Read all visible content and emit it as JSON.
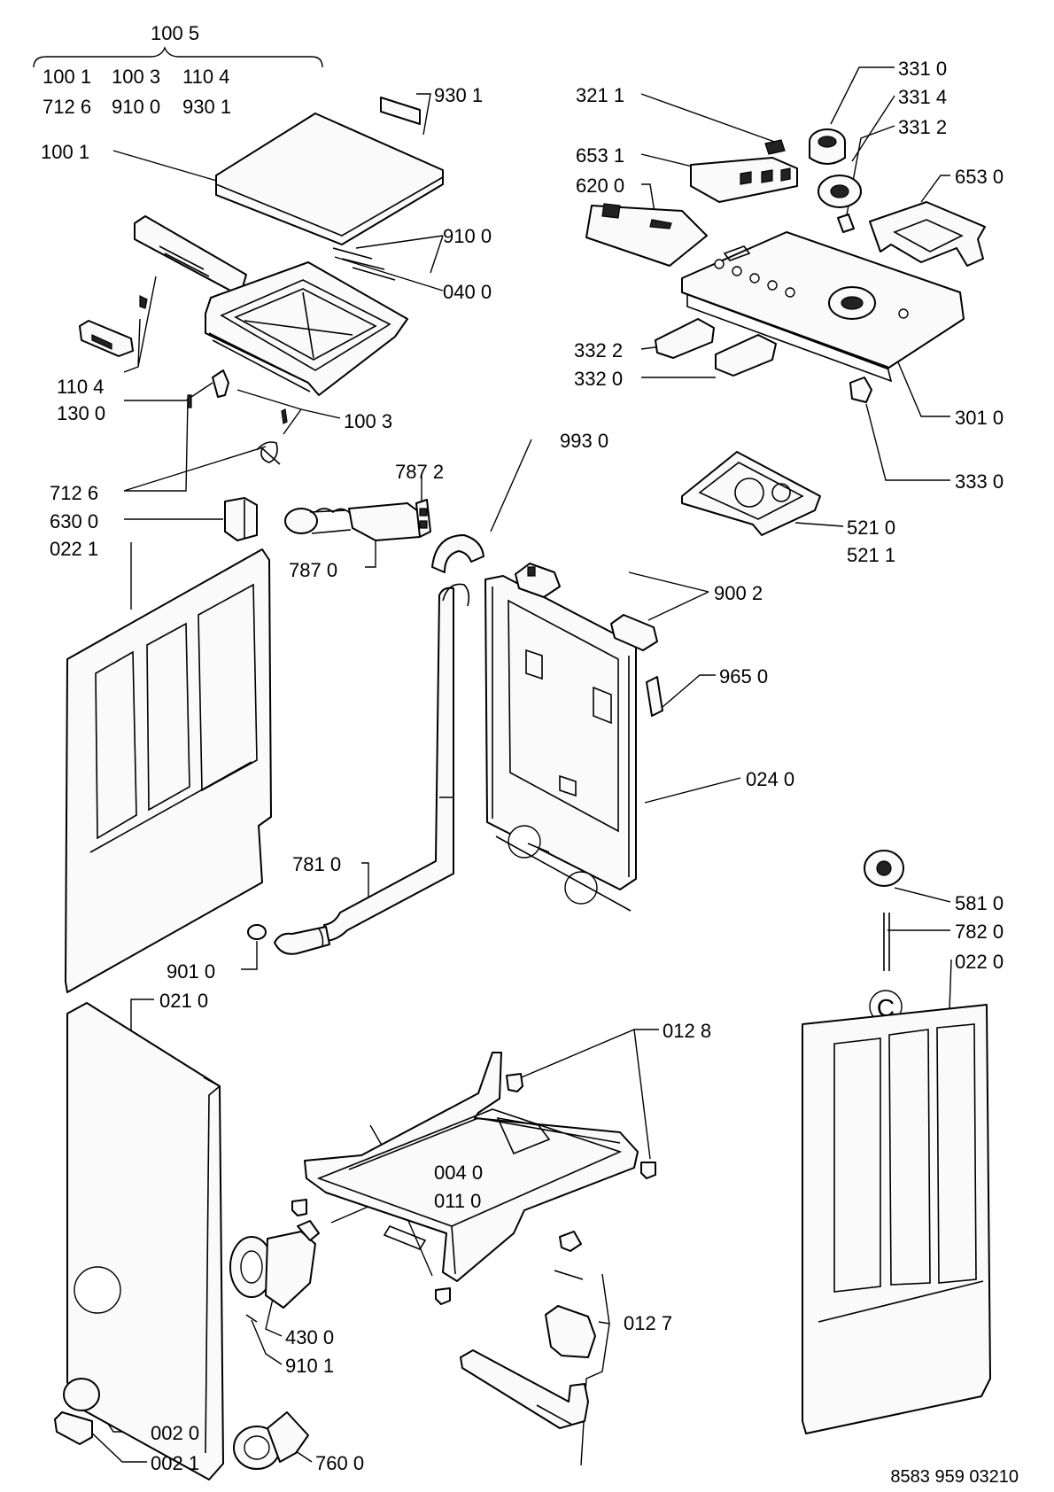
{
  "document_id": "8583 959 03210",
  "callout_marker": "C",
  "labels": [
    {
      "id": "1005-head",
      "text": "100 5"
    },
    {
      "id": "kit-1001",
      "text": "100 1"
    },
    {
      "id": "kit-1003",
      "text": "100 3"
    },
    {
      "id": "kit-1104",
      "text": "110 4"
    },
    {
      "id": "kit-7126",
      "text": "712 6"
    },
    {
      "id": "kit-9100",
      "text": "910 0"
    },
    {
      "id": "kit-9301",
      "text": "930 1"
    },
    {
      "id": "p9301",
      "text": "930 1"
    },
    {
      "id": "p1001",
      "text": "100 1"
    },
    {
      "id": "p9100",
      "text": "910 0"
    },
    {
      "id": "p0400",
      "text": "040 0"
    },
    {
      "id": "p1104",
      "text": "110 4"
    },
    {
      "id": "p1300",
      "text": "130 0"
    },
    {
      "id": "p1003",
      "text": "100 3"
    },
    {
      "id": "p7126",
      "text": "712 6"
    },
    {
      "id": "p6300",
      "text": "630 0"
    },
    {
      "id": "p0221",
      "text": "022 1"
    },
    {
      "id": "p7872",
      "text": "787 2"
    },
    {
      "id": "p7870",
      "text": "787 0"
    },
    {
      "id": "p9930",
      "text": "993 0"
    },
    {
      "id": "p3211",
      "text": "321 1"
    },
    {
      "id": "p6531",
      "text": "653 1"
    },
    {
      "id": "p6200",
      "text": "620 0"
    },
    {
      "id": "p3310",
      "text": "331 0"
    },
    {
      "id": "p3314",
      "text": "331 4"
    },
    {
      "id": "p3312",
      "text": "331 2"
    },
    {
      "id": "p6530",
      "text": "653 0"
    },
    {
      "id": "p3322",
      "text": "332 2"
    },
    {
      "id": "p3320",
      "text": "332 0"
    },
    {
      "id": "p3010",
      "text": "301 0"
    },
    {
      "id": "p3330",
      "text": "333 0"
    },
    {
      "id": "p5210",
      "text": "521 0"
    },
    {
      "id": "p5211",
      "text": "521 1"
    },
    {
      "id": "p9002",
      "text": "900 2"
    },
    {
      "id": "p9650",
      "text": "965 0"
    },
    {
      "id": "p0240",
      "text": "024 0"
    },
    {
      "id": "p7810",
      "text": "781 0"
    },
    {
      "id": "p9010",
      "text": "901 0"
    },
    {
      "id": "p0210",
      "text": "021 0"
    },
    {
      "id": "p5810",
      "text": "581 0"
    },
    {
      "id": "p7820",
      "text": "782 0"
    },
    {
      "id": "p0220",
      "text": "022 0"
    },
    {
      "id": "p0128",
      "text": "012 8"
    },
    {
      "id": "p0040",
      "text": "004 0"
    },
    {
      "id": "p0110",
      "text": "011 0"
    },
    {
      "id": "p0127",
      "text": "012 7"
    },
    {
      "id": "p4300",
      "text": "430 0"
    },
    {
      "id": "p9101",
      "text": "910 1"
    },
    {
      "id": "p0020",
      "text": "002 0"
    },
    {
      "id": "p0021",
      "text": "002 1"
    },
    {
      "id": "p7600",
      "text": "760 0"
    }
  ]
}
